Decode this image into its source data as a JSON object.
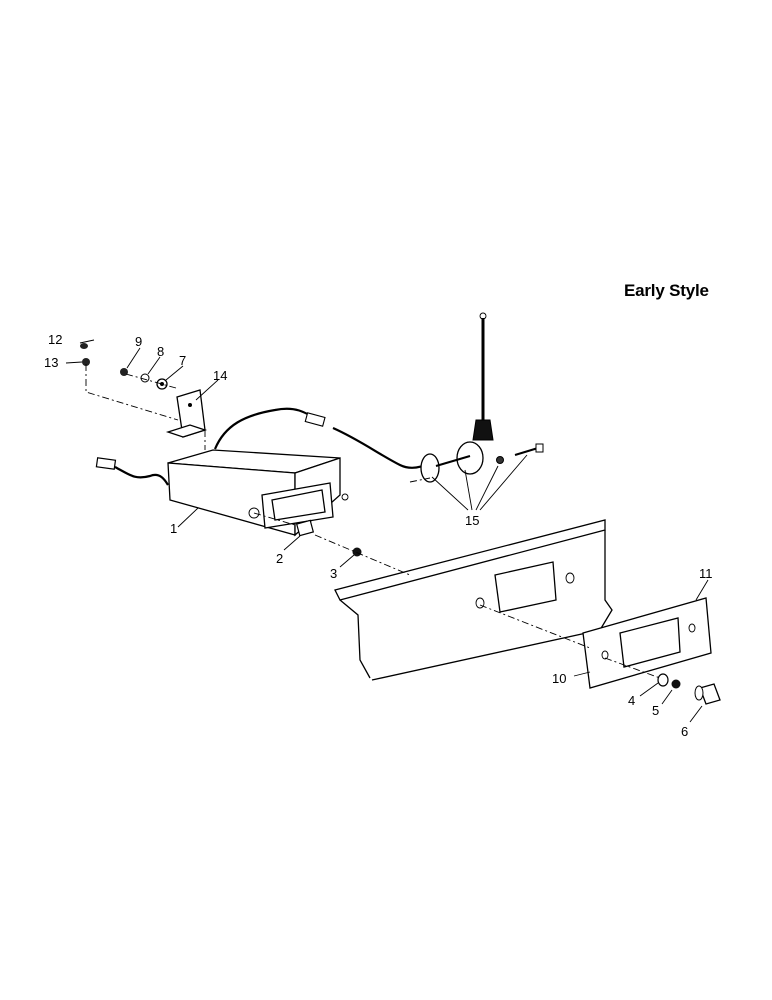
{
  "title": "Early Style",
  "callouts": {
    "c1": "1",
    "c2": "2",
    "c3": "3",
    "c4": "4",
    "c5": "5",
    "c6": "6",
    "c7": "7",
    "c8": "8",
    "c9": "9",
    "c10": "10",
    "c11": "11",
    "c12": "12",
    "c13": "13",
    "c14": "14",
    "c15": "15"
  }
}
